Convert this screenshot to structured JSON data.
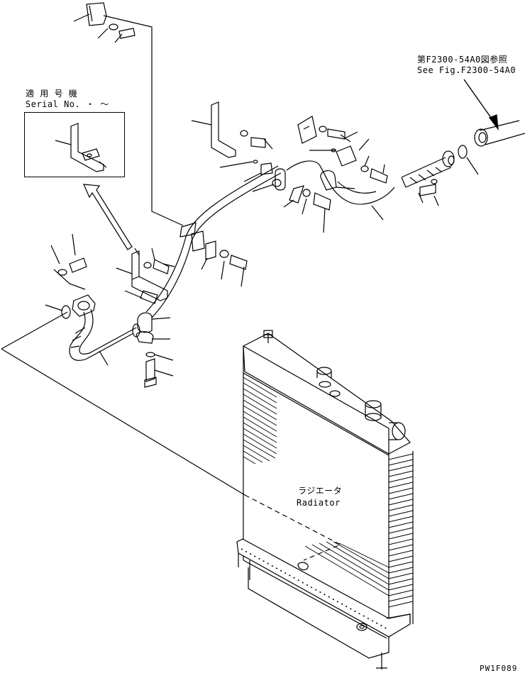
{
  "reference_note": {
    "line1": "第F2300-54A0図参照",
    "line2": "See Fig.F2300-54A0"
  },
  "serial_inset": {
    "jp_label": "適 用 号 機",
    "en_label": "Serial No.  ・  ～"
  },
  "radiator_label": {
    "jp": "ラジエータ",
    "en": "Radiator"
  },
  "figure_code": "PW1F089"
}
